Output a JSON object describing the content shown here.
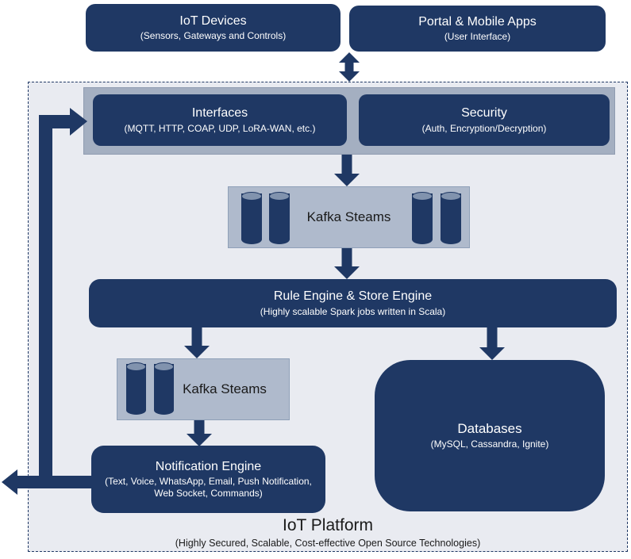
{
  "external": {
    "iot_devices": {
      "title": "IoT Devices",
      "subtitle": "(Sensors,  Gateways and Controls)"
    },
    "portal_mobile": {
      "title": "Portal & Mobile Apps",
      "subtitle": "(User Interface)"
    }
  },
  "platform": {
    "label": "IoT Platform",
    "sublabel": "(Highly Secured, Scalable, Cost-effective  Open Source Technologies)",
    "interfaces": {
      "title": "Interfaces",
      "subtitle": "(MQTT, HTTP, COAP,  UDP, LoRA-WAN,  etc.)"
    },
    "security": {
      "title": "Security",
      "subtitle": "(Auth, Encryption/Decryption)"
    },
    "kafka_top": {
      "label": "Kafka Steams"
    },
    "rule_engine": {
      "title": "Rule Engine & Store Engine",
      "subtitle": "(Highly scalable Spark jobs  written in Scala)"
    },
    "kafka_left": {
      "label": "Kafka Steams"
    },
    "notification_engine": {
      "title": "Notification Engine",
      "subtitle": "(Text, Voice, WhatsApp,  Email, Push Notification,  Web Socket,  Commands)"
    },
    "databases": {
      "title": "Databases",
      "subtitle": "(MySQL, Cassandra,  Ignite)"
    }
  },
  "colors": {
    "navy": "#1F3864",
    "band_gray": "#A4AFC1",
    "kafka_fill": "#AFBACC",
    "kafka_border": "#8FA0B8",
    "platform_bg": "#E9EBF1",
    "cylinder_top": "#8193AE",
    "dashed_border": "#1F3864",
    "text_light": "#FFFFFF",
    "text_dark": "#1A1A1A"
  }
}
